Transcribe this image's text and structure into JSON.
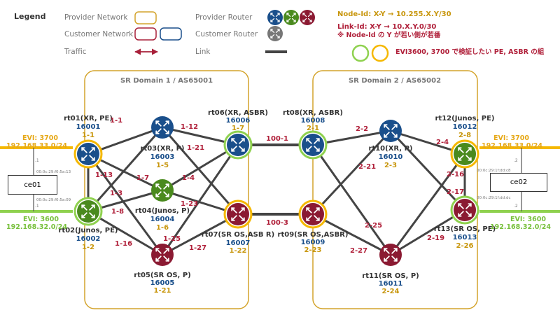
{
  "colors": {
    "provider_network": "#d4a42c",
    "customer_network_red": "#a8203a",
    "customer_network_blue": "#1a4f8b",
    "router_blue": "#1a4f8b",
    "router_green": "#4a8a1e",
    "router_red": "#8b1a32",
    "router_grey": "#777777",
    "link": "#444444",
    "evi_3600": "#8fd14f",
    "evi_3700": "#f5b800"
  },
  "legend": {
    "title": "Legend",
    "provider_network": "Provider Network",
    "customer_network": "Customer Network",
    "traffic": "Traffic",
    "provider_router": "Provider Router",
    "customer_router": "Customer Router",
    "link": "Link"
  },
  "notes": {
    "node_id": "Node-Id: X-Y → 10.255.X.Y/30",
    "link_id": "Link-Id: X-Y → 10.X.Y.0/30",
    "link_id_note": "※ Node-Id の Y が若い側が若番",
    "evi_note": "EVI3600, 3700 で検証したい PE, ASBR の組"
  },
  "domains": [
    {
      "title": "SR Domain 1 / AS65001"
    },
    {
      "title": "SR Domain 2 / AS65002"
    }
  ],
  "routers": [
    {
      "id": "rt01",
      "name": "rt01(XR, PE)",
      "sid": "16001",
      "node": "1-1",
      "color": "blue",
      "evi_ring": "3700"
    },
    {
      "id": "rt02",
      "name": "rt02(Junos, PE)",
      "sid": "16002",
      "node": "1-2",
      "color": "green",
      "evi_ring": "3600"
    },
    {
      "id": "rt03",
      "name": "rt03(XR, P)",
      "sid": "16003",
      "node": "1-5",
      "color": "blue"
    },
    {
      "id": "rt04",
      "name": "rt04(Junos, P)",
      "sid": "16004",
      "node": "1-6",
      "color": "green"
    },
    {
      "id": "rt05",
      "name": "rt05(SR OS, P)",
      "sid": "16005",
      "node": "1-21",
      "color": "red"
    },
    {
      "id": "rt06",
      "name": "rt06(XR, ASBR)",
      "sid": "16006",
      "node": "1-7",
      "color": "blue",
      "evi_ring": "3600"
    },
    {
      "id": "rt07",
      "name": "rt07(SR OS,ASB R)",
      "sid": "16007",
      "node": "1-22",
      "color": "red",
      "evi_ring": "3700"
    },
    {
      "id": "rt08",
      "name": "rt08(XR, ASBR)",
      "sid": "16008",
      "node": "2-1",
      "color": "blue",
      "evi_ring": "3600"
    },
    {
      "id": "rt09",
      "name": "rt09(SR OS,ASBR)",
      "sid": "16009",
      "node": "2-23",
      "color": "red",
      "evi_ring": "3700"
    },
    {
      "id": "rt10",
      "name": "rt10(XR, P)",
      "sid": "16010",
      "node": "2-3",
      "color": "blue"
    },
    {
      "id": "rt11",
      "name": "rt11(SR OS, P)",
      "sid": "16011",
      "node": "2-24",
      "color": "red"
    },
    {
      "id": "rt12",
      "name": "rt12(Junos, PE)",
      "sid": "16012",
      "node": "2-8",
      "color": "green",
      "evi_ring": "3700"
    },
    {
      "id": "rt13",
      "name": "rt13(SR OS, PE)",
      "sid": "16013",
      "node": "2-26",
      "color": "red",
      "evi_ring": "3600"
    }
  ],
  "links": [
    {
      "a": "rt01",
      "b": "rt03",
      "label": "1-1"
    },
    {
      "a": "rt01",
      "b": "rt04",
      "label": "1-7"
    },
    {
      "a": "rt01",
      "b": "rt05",
      "label": "1-8"
    },
    {
      "a": "rt01",
      "b": "rt02",
      "label": "1-13"
    },
    {
      "a": "rt02",
      "b": "rt03",
      "label": "1-3"
    },
    {
      "a": "rt02",
      "b": "rt04",
      "label": ""
    },
    {
      "a": "rt02",
      "b": "rt05",
      "label": "1-16"
    },
    {
      "a": "rt03",
      "b": "rt06",
      "label": "1-12"
    },
    {
      "a": "rt03",
      "b": "rt07",
      "label": "1-21"
    },
    {
      "a": "rt04",
      "b": "rt06",
      "label": "1-4"
    },
    {
      "a": "rt04",
      "b": "rt07",
      "label": "1-23"
    },
    {
      "a": "rt05",
      "b": "rt06",
      "label": "1-25"
    },
    {
      "a": "rt05",
      "b": "rt07",
      "label": "1-27"
    },
    {
      "a": "rt06",
      "b": "rt08",
      "label": "100-1"
    },
    {
      "a": "rt07",
      "b": "rt09",
      "label": "100-3"
    },
    {
      "a": "rt08",
      "b": "rt10",
      "label": "2-2"
    },
    {
      "a": "rt08",
      "b": "rt11",
      "label": "2-21"
    },
    {
      "a": "rt09",
      "b": "rt10",
      "label": "2-25"
    },
    {
      "a": "rt09",
      "b": "rt11",
      "label": "2-27"
    },
    {
      "a": "rt10",
      "b": "rt12",
      "label": "2-4"
    },
    {
      "a": "rt10",
      "b": "rt13",
      "label": ""
    },
    {
      "a": "rt11",
      "b": "rt12",
      "label": ""
    },
    {
      "a": "rt11",
      "b": "rt13",
      "label": "2-19"
    },
    {
      "a": "rt12",
      "b": "rt13",
      "label": "2-16"
    },
    {
      "a": "rt03",
      "b": "rt05",
      "label": ""
    },
    {
      "a": "rt05",
      "b": "rt13",
      "label": ""
    },
    {
      "a": "rt06",
      "b": "rt07",
      "label": ""
    },
    {
      "a": "rt08",
      "b": "rt09",
      "label": ""
    },
    {
      "a": "rt12",
      "b": "rt13",
      "label": "2-17"
    }
  ],
  "customers": [
    {
      "id": "ce01",
      "name": "ce01",
      "evi_top": "EVI: 3700",
      "net_top": "192.168.33.0/24",
      "ip_top": ".1",
      "mac_top": "00:0c:29:f0:5a:13",
      "evi_bottom": "EVI: 3600",
      "net_bottom": "192.168.32.0/24",
      "ip_bottom": ".1",
      "mac_bottom": "00:0c:29:f0:5a:09"
    },
    {
      "id": "ce02",
      "name": "ce02",
      "evi_top": "EVI: 3700",
      "net_top": "192.168.33.0/24",
      "ip_top": ".2",
      "mac_top": "00:0c:29:1f:dd:c8",
      "evi_bottom": "EVI: 3600",
      "net_bottom": "192.168.32.0/24",
      "ip_bottom": ".2",
      "mac_bottom": "00:0c:29:1f:dd:dc"
    }
  ]
}
